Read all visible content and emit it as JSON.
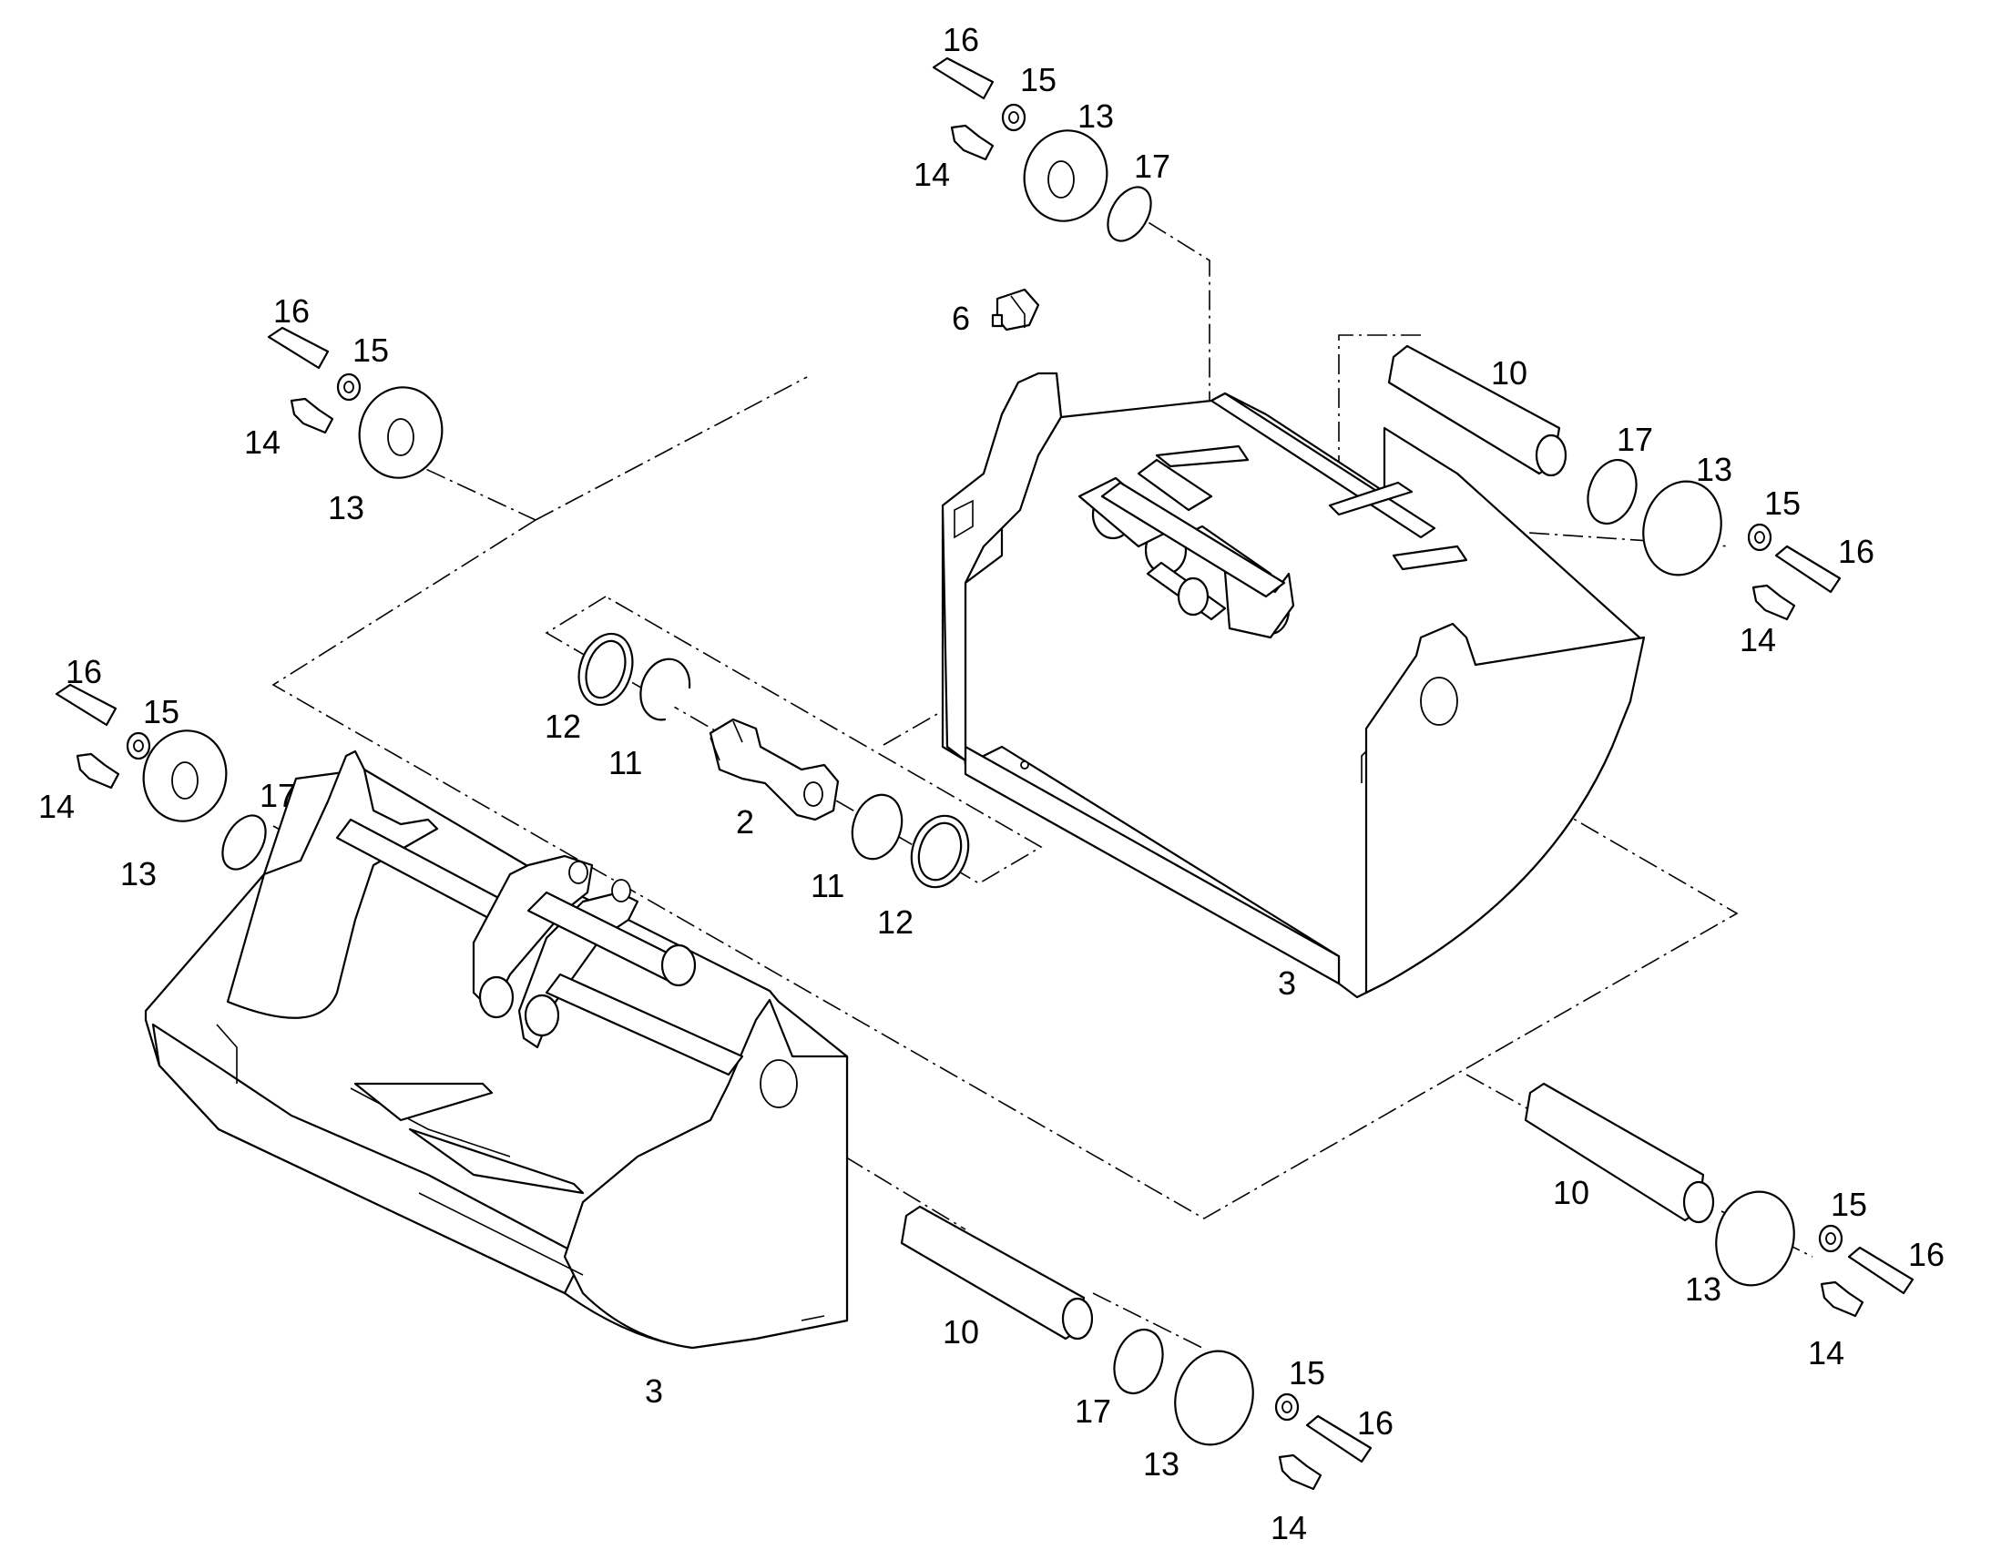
{
  "diagram": {
    "callouts": {
      "top_16": "16",
      "top_15": "15",
      "top_13": "13",
      "top_14": "14",
      "top_17": "17",
      "left_16": "16",
      "left_15": "15",
      "left_14": "14",
      "left_13": "13",
      "far_left_16": "16",
      "far_left_15": "15",
      "far_left_14": "14",
      "far_left_13": "13",
      "far_left_17": "17",
      "link_12_a": "12",
      "link_11_a": "11",
      "link_2": "2",
      "link_11_b": "11",
      "link_12_b": "12",
      "wedge_6": "6",
      "right_10": "10",
      "right_17": "17",
      "right_13": "13",
      "right_15": "15",
      "right_16": "16",
      "right_14": "14",
      "bucket_right_3": "3",
      "lower_right_10": "10",
      "lower_right_15": "15",
      "lower_right_16": "16",
      "lower_right_13": "13",
      "lower_right_14": "14",
      "bucket_left_3": "3",
      "bottom_10": "10",
      "bottom_17": "17",
      "bottom_15": "15",
      "bottom_16": "16",
      "bottom_13": "13",
      "bottom_14": "14"
    }
  }
}
